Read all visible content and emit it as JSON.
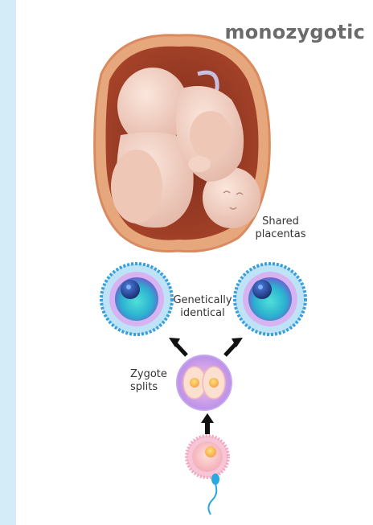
{
  "title": "monozygotic",
  "labels": {
    "shared_line1": "Shared",
    "shared_line2": "placentas",
    "genetic_line1": "Genetically",
    "genetic_line2": "identical",
    "zygote_line1": "Zygote",
    "zygote_line2": "splits"
  }
}
